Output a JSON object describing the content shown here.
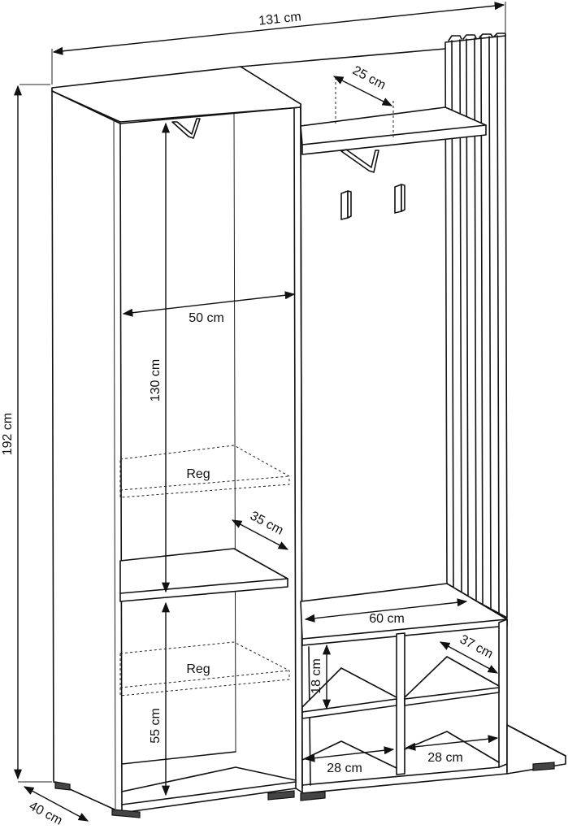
{
  "dimensions": {
    "total_width": "131 cm",
    "height": "192 cm",
    "depth": "40 cm",
    "shelf_depth_top": "25 cm",
    "wardrobe_width": "50 cm",
    "hanging_height": "130 cm",
    "shelf_depth_mid": "35 cm",
    "lower_height": "55 cm",
    "bench_width": "60 cm",
    "bench_depth": "37 cm",
    "cubby_height": "18 cm",
    "cubby_width_left": "28 cm",
    "cubby_width_right": "28 cm"
  },
  "labels": {
    "adjustable_shelf_upper": "Reg",
    "adjustable_shelf_lower": "Reg"
  }
}
